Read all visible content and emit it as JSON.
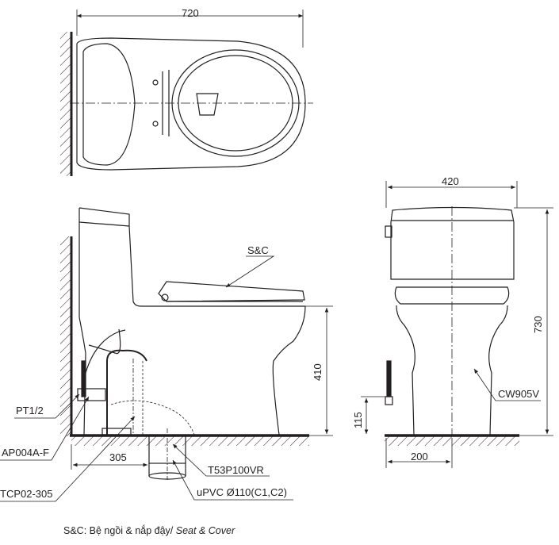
{
  "dimensions": {
    "top_width": "720",
    "front_width": "420",
    "front_height": "730",
    "seat_height": "410",
    "rough_in": "305",
    "supply_height": "115",
    "supply_offset": "200"
  },
  "callouts": {
    "seat_cover": "S&C",
    "supply": "PT1/2",
    "stop_valve": "AP004A-F",
    "flange": "TCP02-305",
    "adapter": "T53P100VR",
    "drain_pipe": "uPVC Ø110(C1,C2)",
    "bowl_model": "CW905V"
  },
  "footnote": {
    "text": "S&C: Bệ ngồi & nắp đậy/ ",
    "italic": "Seat & Cover"
  },
  "colors": {
    "line": "#231f20",
    "background": "#ffffff"
  }
}
